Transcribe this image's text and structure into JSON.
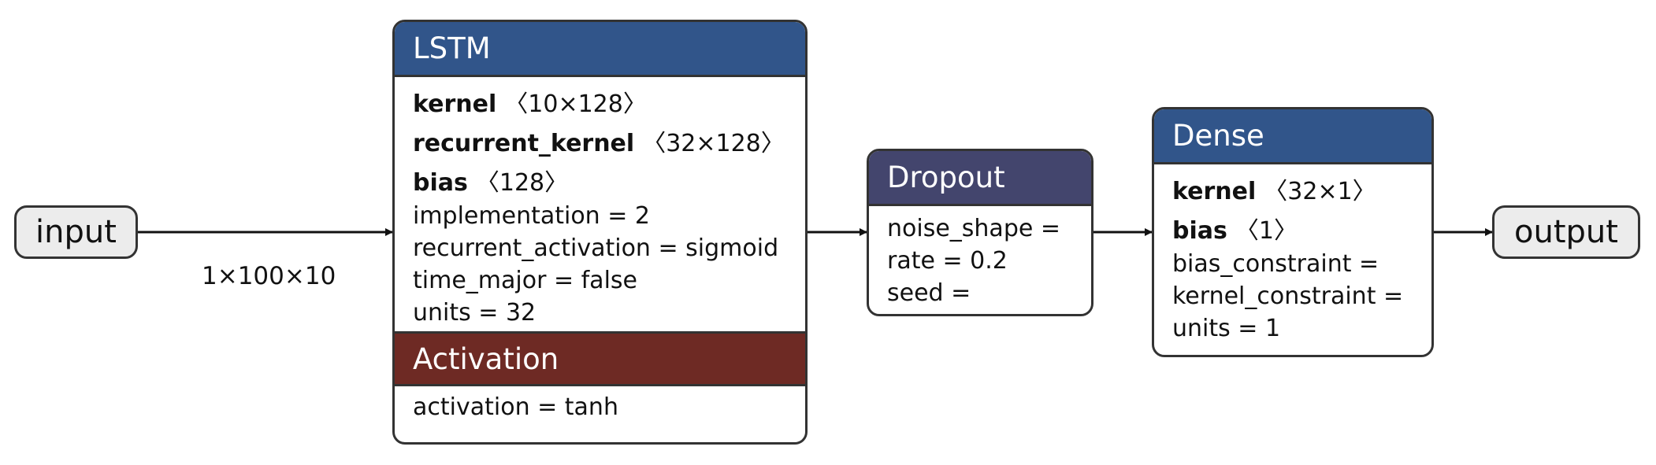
{
  "colors": {
    "lstm_head": "#31558a",
    "activation_head": "#6e2a24",
    "dropout_head": "#43456d",
    "dense_head": "#31558a",
    "io_fill": "#ececec",
    "line": "#333333"
  },
  "nodes": {
    "input": "input",
    "output": "output"
  },
  "edges": {
    "input_label": "1×100×10"
  },
  "lstm": {
    "title": "LSTM",
    "weights": [
      {
        "name": "kernel",
        "shape": "〈10×128〉"
      },
      {
        "name": "recurrent_kernel",
        "shape": "〈32×128〉"
      },
      {
        "name": "bias",
        "shape": "〈128〉"
      }
    ],
    "params": [
      "implementation = 2",
      "recurrent_activation = sigmoid",
      "time_major = false",
      "units = 32"
    ],
    "activation": {
      "title": "Activation",
      "params": [
        "activation = tanh"
      ]
    }
  },
  "dropout": {
    "title": "Dropout",
    "params": [
      "noise_shape =",
      "rate = 0.2",
      "seed ="
    ]
  },
  "dense": {
    "title": "Dense",
    "weights": [
      {
        "name": "kernel",
        "shape": "〈32×1〉"
      },
      {
        "name": "bias",
        "shape": "〈1〉"
      }
    ],
    "params": [
      "bias_constraint =",
      "kernel_constraint =",
      "units = 1"
    ]
  }
}
